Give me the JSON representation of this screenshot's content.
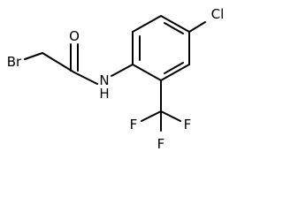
{
  "molecule": {
    "atoms": {
      "bromine": "Br",
      "oxygen": "O",
      "nitrogen": "N",
      "hydrogen": "H",
      "chlorine": "Cl",
      "fluorine_right": "F",
      "fluorine_left": "F",
      "fluorine_bottom": "F"
    }
  }
}
